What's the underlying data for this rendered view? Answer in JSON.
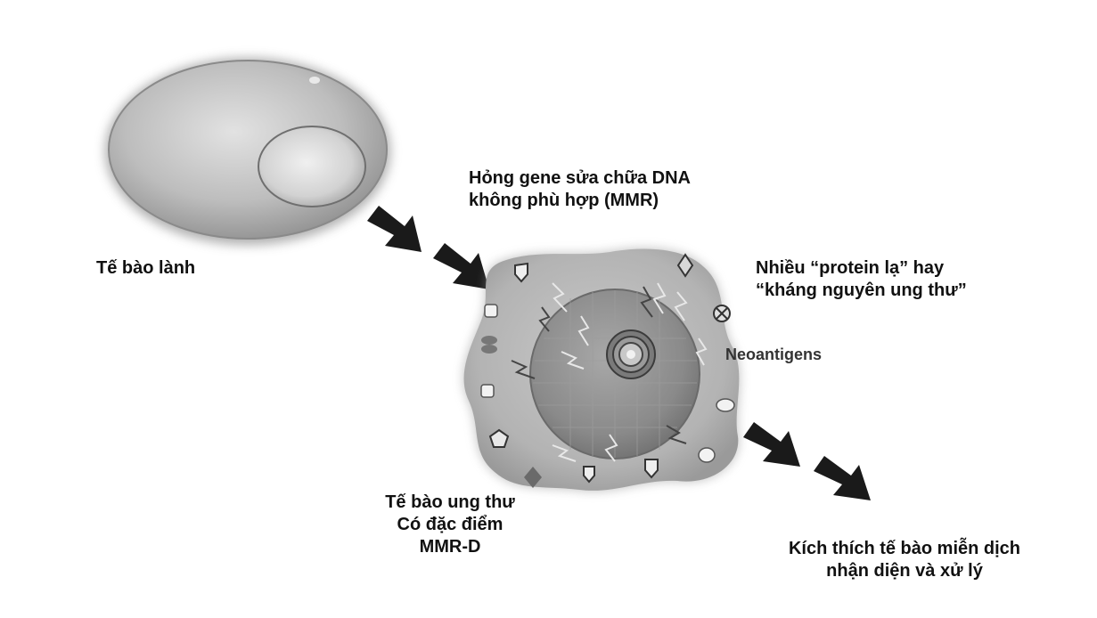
{
  "labels": {
    "healthy_cell": "Tế bào lành",
    "mmr_damage": [
      "Hỏng gene sửa chữa DNA",
      "không phù hợp (MMR)"
    ],
    "foreign_protein": [
      "Nhiều “protein lạ” hay",
      "“kháng nguyên ung thư”"
    ],
    "neoantigens": "Neoantigens",
    "cancer_cell": [
      "Tế bào ung thư",
      "Có đặc điểm",
      "MMR-D"
    ],
    "immune": [
      "Kích thích tế bào miễn dịch",
      "nhận diện và xử lý"
    ]
  },
  "colors": {
    "arrow": "#1a1a1a",
    "cell_gray": "#b5b5b5",
    "nucleus_gray": "#8c8c8c"
  },
  "icons": [
    "bolt-icon",
    "diamond-icon",
    "circle-x-icon",
    "pentagon-icon",
    "shield-icon"
  ]
}
